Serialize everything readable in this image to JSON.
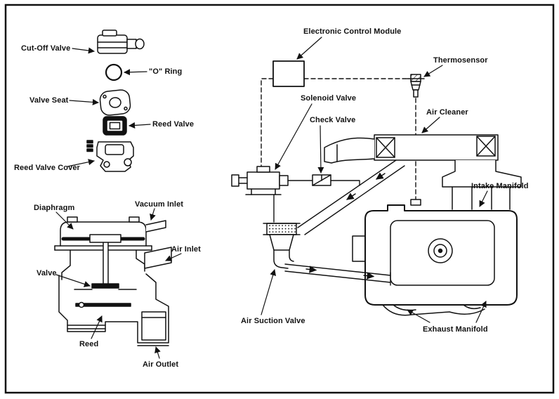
{
  "colors": {
    "ink": "#111111",
    "paper": "#ffffff"
  },
  "exploded_view": {
    "cut_off_valve": "Cut-Off Valve",
    "o_ring": "\"O\" Ring",
    "valve_seat": "Valve Seat",
    "reed_valve": "Reed Valve",
    "reed_valve_cover": "Reed Valve Cover"
  },
  "section_view": {
    "diaphragm": "Diaphragm",
    "vacuum_inlet": "Vacuum Inlet",
    "air_inlet": "Air Inlet",
    "valve": "Valve",
    "reed": "Reed",
    "air_outlet": "Air Outlet"
  },
  "system_schematic": {
    "electronic_control_module": "Electronic Control Module",
    "thermosensor": "Thermosensor",
    "solenoid_valve": "Solenoid Valve",
    "check_valve": "Check Valve",
    "air_cleaner": "Air Cleaner",
    "intake_manifold": "Intake Manifold",
    "air_suction_valve": "Air Suction Valve",
    "exhaust_manifold": "Exhaust Manifold"
  }
}
